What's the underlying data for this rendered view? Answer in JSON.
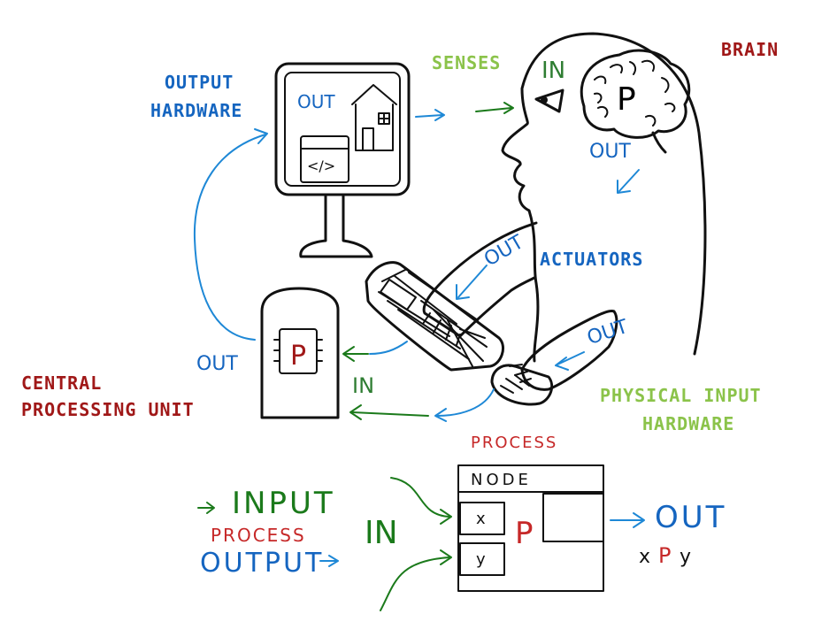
{
  "colors": {
    "red": "#a01818",
    "blue": "#1565c0",
    "light_blue": "#1e88d6",
    "green": "#2e7d32",
    "light_green": "#8bc34a",
    "ink": "#111111"
  },
  "labels": {
    "output_hardware_1": "OUTPUT",
    "output_hardware_2": "HARDWARE",
    "senses": "SENSES",
    "brain": "BRAIN",
    "actuators": "ACTUATORS",
    "cpu_1": "CENTRAL",
    "cpu_2": "PROCESSING UNIT",
    "physical_input_1": "PHYSICAL INPUT",
    "physical_input_2": "HARDWARE"
  },
  "handwritten": {
    "monitor_out": "OUT",
    "code_icon": "</>",
    "brain_in": "IN",
    "brain_p": "P",
    "brain_out": "OUT",
    "hand_out": "OUT",
    "finger_out": "OUT",
    "cpu_out": "OUT",
    "cpu_p": "P",
    "cpu_in": "IN"
  },
  "legend": {
    "process_title": "PROCESS",
    "input": "INPUT",
    "process": "PROCESS",
    "output": "OUTPUT",
    "in": "IN",
    "node_title": "NODE",
    "node_x": "x",
    "node_y": "y",
    "node_p": "P",
    "out": "OUT",
    "result_x": "x",
    "result_p": "P",
    "result_y": "y"
  }
}
